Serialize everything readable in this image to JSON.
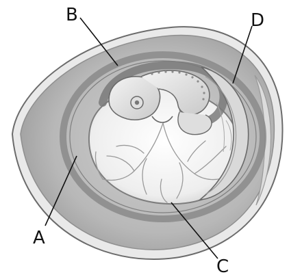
{
  "labels": {
    "a": "A",
    "b": "B",
    "c": "C",
    "d": "D"
  },
  "colors": {
    "background": "#ffffff",
    "shell_outline": "#6b6b6b",
    "albumen": "#bdbdbd",
    "chorion_band": "#8a8a8a",
    "amnion_band": "#7a7a7a",
    "yolk_sac": "#f2f2f2",
    "yolk_vessels": "#9a9a9a",
    "embryo": "#e6e6e6",
    "allantois": "#d9d9d9",
    "label_text": "#111111"
  }
}
